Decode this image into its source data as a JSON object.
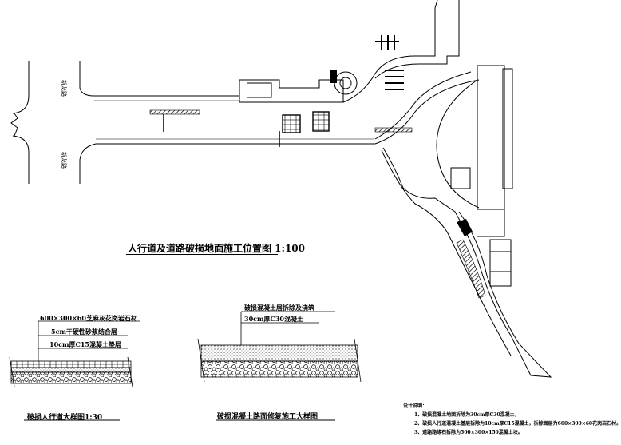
{
  "plan": {
    "title": "人行道及道路破损地面施工位置图 1:100",
    "road_label_1": "新龙路",
    "road_label_2": "新龙路"
  },
  "sidewalk_detail": {
    "layer1": "600×300×60芝麻灰花岗岩石材",
    "layer2": "5cm干硬性砂浆结合层",
    "layer3": "10cm厚C15混凝土垫层",
    "caption": "破损人行道大样图1:30"
  },
  "road_detail": {
    "layer1": "破损混凝土层拆除及浇筑",
    "layer2": "30cm厚C30混凝土",
    "caption": "破损混凝土路面修复施工大样图"
  },
  "notes": {
    "heading": "设计说明：",
    "items": [
      "1、破损混凝土地面拆除为30cm厚C30混凝土，",
      "2、破损人行道混凝土基层拆除为10cm厚C15混凝土，拆除面层为600×300×60花岗岩石材。",
      "3、道路路缘石拆除为500×300×150混凝土块。"
    ]
  },
  "colors": {
    "line": "#000000",
    "background": "#ffffff"
  }
}
